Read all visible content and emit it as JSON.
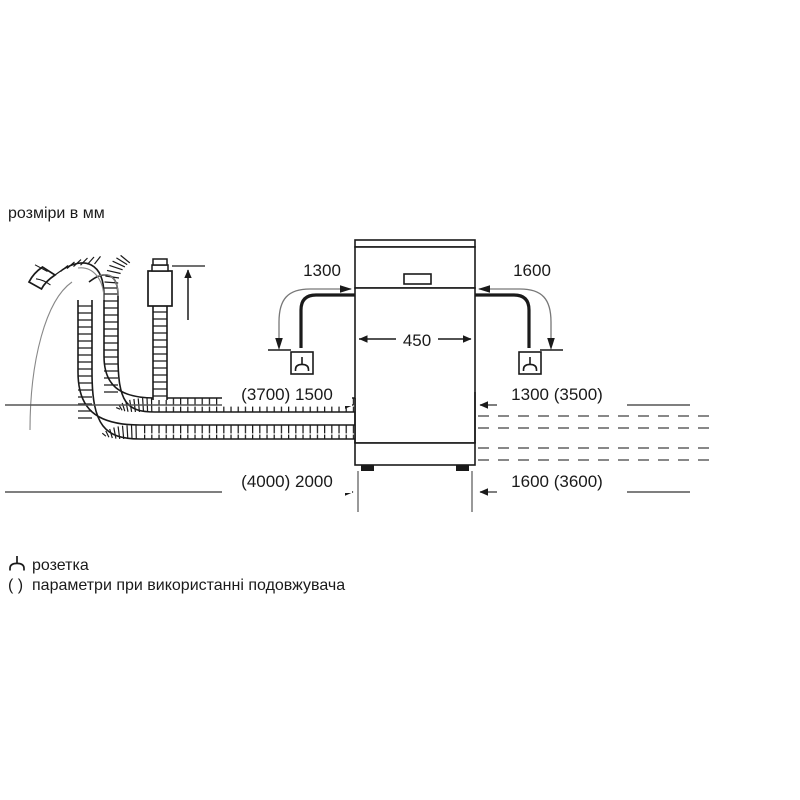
{
  "document": {
    "title_note": "розміри в мм",
    "language": "uk"
  },
  "colors": {
    "stroke": "#1a1a1a",
    "thin_stroke": "#555555",
    "dashed_stroke": "#777777",
    "background": "#ffffff",
    "foot_fill": "#1a1a1a"
  },
  "appliance": {
    "name": "dishwasher",
    "width_label": "450"
  },
  "dimensions": {
    "top_left": "1300",
    "top_right": "1600",
    "width": "450",
    "mid_left": "(3700) 1500",
    "mid_right": "1300 (3500)",
    "bottom_left": "(4000) 2000",
    "bottom_right": "1600 (3600)"
  },
  "symbols": {
    "socket_left": "socket-icon",
    "socket_right": "socket-icon",
    "aquastop": "aquastop-valve-icon",
    "hose_end": "hose-end-icon"
  },
  "legend": {
    "items": [
      {
        "symbol": "socket-icon",
        "text": "розетка"
      },
      {
        "symbol": "parenthesis",
        "symbol_text": "( )",
        "text": "параметри при використанні подовжувача"
      }
    ]
  }
}
